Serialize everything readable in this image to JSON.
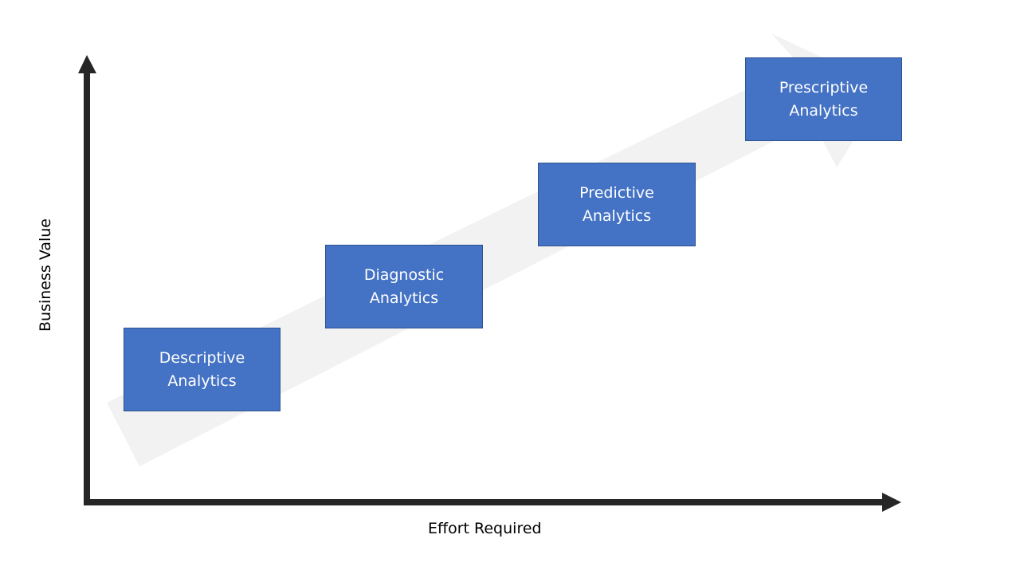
{
  "diagram": {
    "title": "",
    "x_axis": {
      "label": "Effort Required"
    },
    "y_axis": {
      "label": "Business Value"
    },
    "stages": [
      {
        "line1": "Descriptive",
        "line2": "Analytics"
      },
      {
        "line1": "Diagnostic",
        "line2": "Analytics"
      },
      {
        "line1": "Predictive",
        "line2": "Analytics"
      },
      {
        "line1": "Prescriptive",
        "line2": "Analytics"
      }
    ],
    "colors": {
      "box_fill": "#4472c4",
      "box_border": "#2f528f",
      "box_text": "#ffffff",
      "axis": "#262626",
      "progress_arrow": "#f2f2f2"
    }
  }
}
